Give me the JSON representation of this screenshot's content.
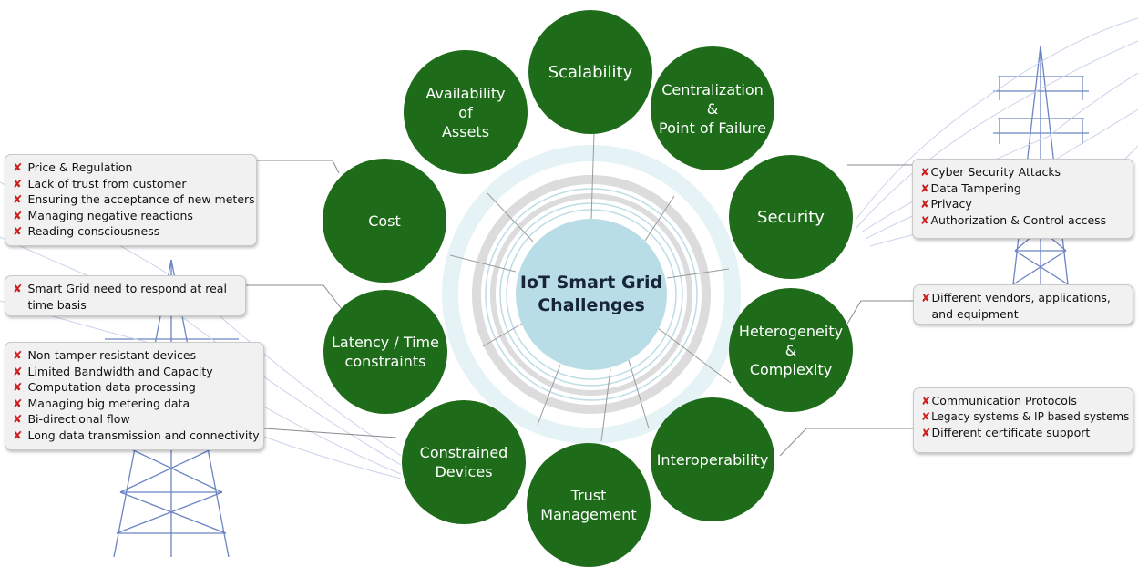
{
  "center": {
    "title": "IoT Smart Grid\nChallenges"
  },
  "challenges": {
    "scalability": "Scalability",
    "centralization": "Centralization\n&\nPoint of Failure",
    "security": "Security",
    "heterogeneity": "Heterogeneity\n&\nComplexity",
    "interoperability": "Interoperability",
    "trust": "Trust\nManagement",
    "constrained": "Constrained\nDevices",
    "latency": "Latency / Time\nconstraints",
    "cost": "Cost",
    "availability": "Availability\nof\nAssets"
  },
  "bullet_icon": "red-x-mark",
  "boxes": {
    "cost": [
      "Price & Regulation",
      "Lack of trust from customer",
      "Ensuring the acceptance of new meters",
      "Managing negative reactions",
      "Reading consciousness"
    ],
    "latency": [
      "Smart Grid need to respond at real time basis"
    ],
    "constrained": [
      "Non-tamper-resistant devices",
      "Limited Bandwidth and Capacity",
      "Computation data processing",
      "Managing big metering data",
      "Bi-directional flow",
      "Long data transmission and connectivity"
    ],
    "security": [
      "Cyber Security Attacks",
      "Data Tampering",
      "Privacy",
      "Authorization & Control access"
    ],
    "heterogeneity": [
      "Different vendors, applications, and equipment"
    ],
    "interoperability": [
      "Communication Protocols",
      "Legacy systems & IP based systems",
      "Different certificate support"
    ]
  },
  "colors": {
    "node_green": "#1e6c1a",
    "center_blue": "#b9dde6",
    "ring_gray": "#dcdcdc",
    "cross_red": "#cc1f1f",
    "box_bg": "#f1f1f1",
    "tower_blue": "#5a78c0"
  }
}
